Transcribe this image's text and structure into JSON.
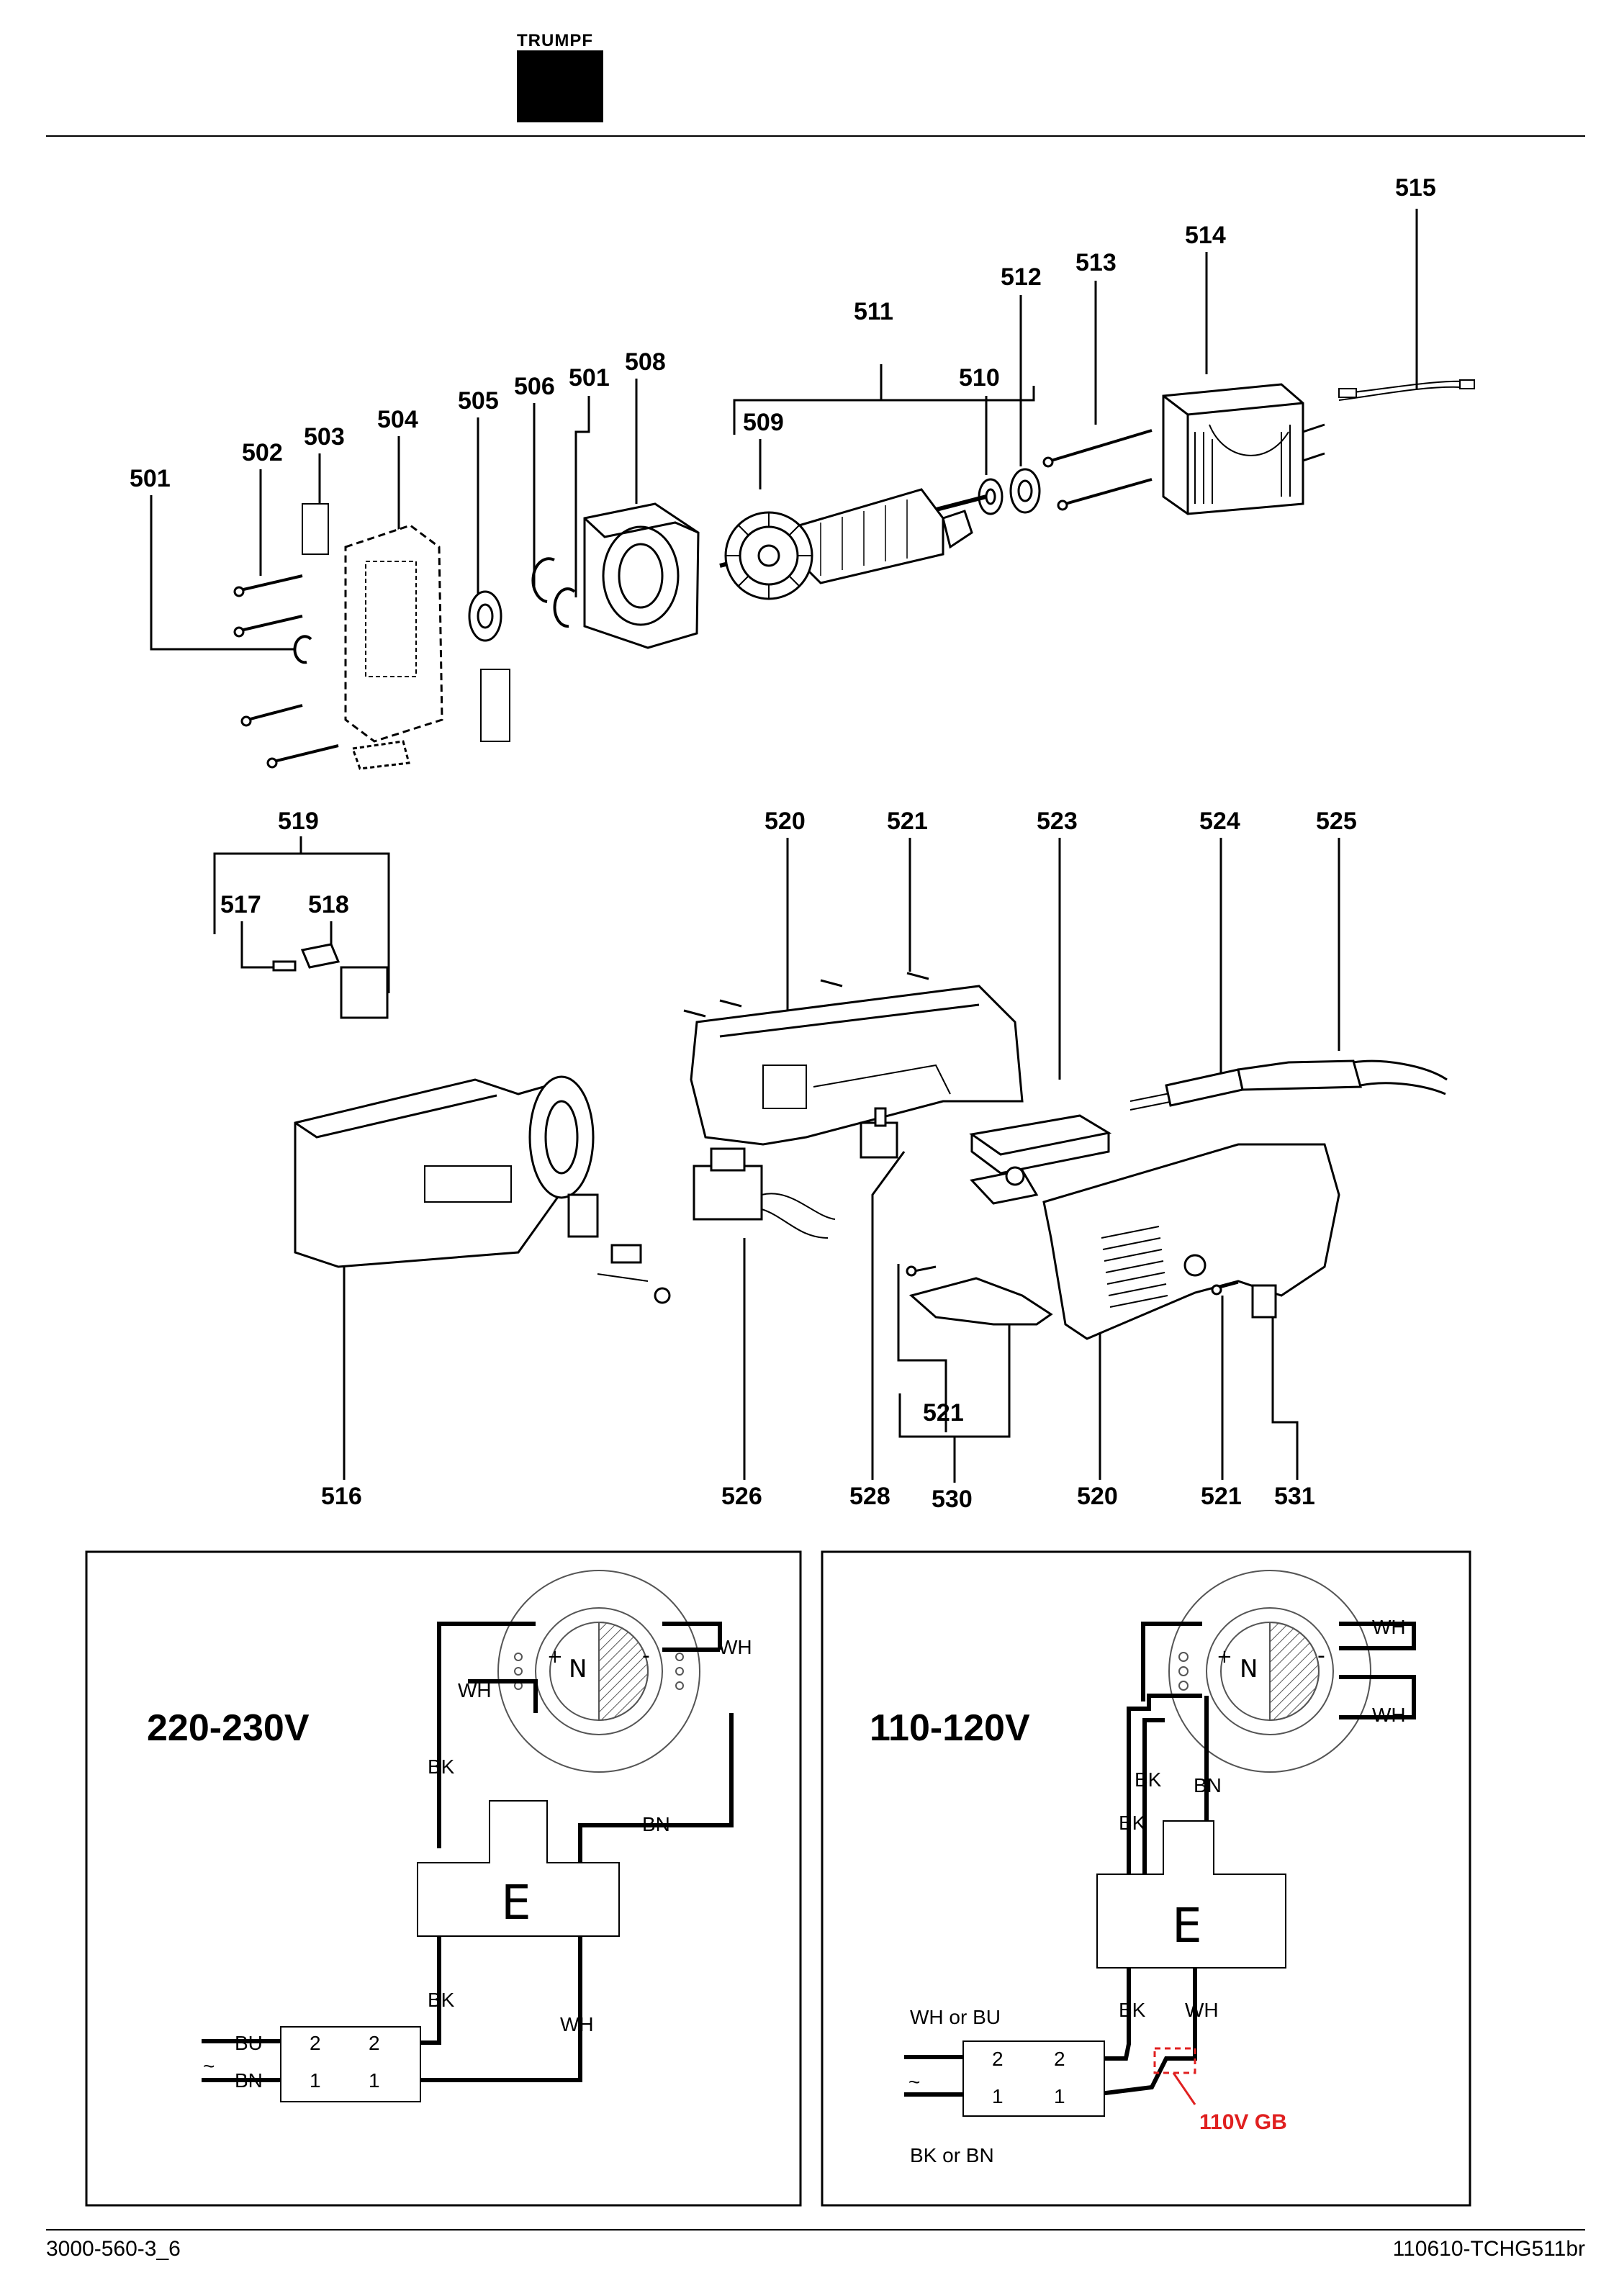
{
  "header": {
    "logo_text": "TRUMPF"
  },
  "footer": {
    "left": "3000-560-3_6",
    "right": "110610-TCHG511br"
  },
  "parts_top": {
    "p515": "515",
    "p514": "514",
    "p513": "513",
    "p512": "512",
    "p511": "511",
    "p510": "510",
    "p509": "509",
    "p508": "508",
    "p501b": "501",
    "p506": "506",
    "p505": "505",
    "p504": "504",
    "p503": "503",
    "p502": "502",
    "p501a": "501"
  },
  "parts_mid": {
    "p519": "519",
    "p517": "517",
    "p518": "518",
    "p520a": "520",
    "p521a": "521",
    "p523": "523",
    "p524": "524",
    "p525": "525",
    "p516": "516",
    "p526": "526",
    "p528": "528",
    "p530": "530",
    "p521b": "521",
    "p520b": "520",
    "p521c": "521",
    "p531": "531"
  },
  "wiring_left": {
    "voltage": "220-230V",
    "wire_bk_top": "BK",
    "wire_wh_top": "WH",
    "wire_wh_left": "WH",
    "wire_bn": "BN",
    "wire_bk_bottom": "BK",
    "wire_wh_bottom": "WH",
    "box_label": "E",
    "north": "N",
    "plus": "+",
    "minus": "-",
    "in_bu": "BU",
    "in_bn": "BN",
    "tilde": "~",
    "t2a": "2",
    "t1a": "1",
    "t2b": "2",
    "t1b": "1"
  },
  "wiring_right": {
    "voltage": "110-120V",
    "wire_bk_a": "BK",
    "wire_bk_b": "BK",
    "wire_bn": "BN",
    "wire_wh_top": "WH",
    "wire_wh_mid": "WH",
    "wire_bk_bottom": "BK",
    "wire_wh_bottom": "WH",
    "box_label": "E",
    "north": "N",
    "plus": "+",
    "minus": "-",
    "in_top": "WH or BU",
    "in_bottom": "BK or BN",
    "tilde": "~",
    "t2a": "2",
    "t1a": "1",
    "t2b": "2",
    "t1b": "1",
    "gb_note": "110V  GB"
  },
  "colors": {
    "ink": "#000000",
    "gb_red": "#e02020",
    "body_gray": "#e6e6e6"
  }
}
